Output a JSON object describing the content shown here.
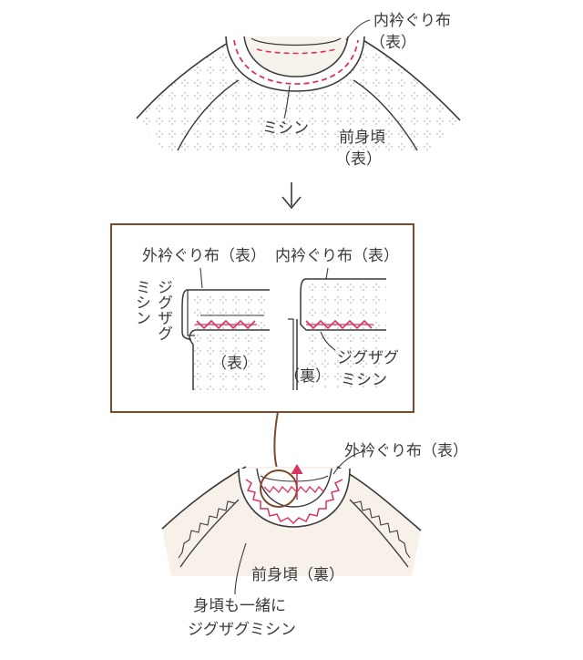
{
  "top": {
    "inner_collar_label": "内衿ぐり布",
    "inner_collar_side": "（表）",
    "stitch_label": "ミシン",
    "front_body_label": "前身頃",
    "front_body_side": "（表）"
  },
  "arrow_icon": "down-arrow-icon",
  "detail": {
    "outer_collar_label": "外衿ぐり布（表）",
    "inner_collar_label": "内衿ぐり布（表）",
    "zigzag_vertical": "ジグザグ",
    "stitch_vertical": "ミシン",
    "front_side": "（表）",
    "back_side": "（裏）",
    "zigzag_label": "ジグザグ",
    "stitch_label": "ミシン",
    "frame_color": "#7a4a2a"
  },
  "bottom": {
    "outer_collar_label": "外衿ぐり布（表）",
    "front_body_label": "前身頃（裏）",
    "note_line1": "身頃も一緒に",
    "note_line2": "ジグザグミシン"
  },
  "colors": {
    "stitch": "#d8345f",
    "line": "#3a3a3a",
    "fabric": "#ffffff",
    "back_fabric": "#f7f1ea"
  }
}
